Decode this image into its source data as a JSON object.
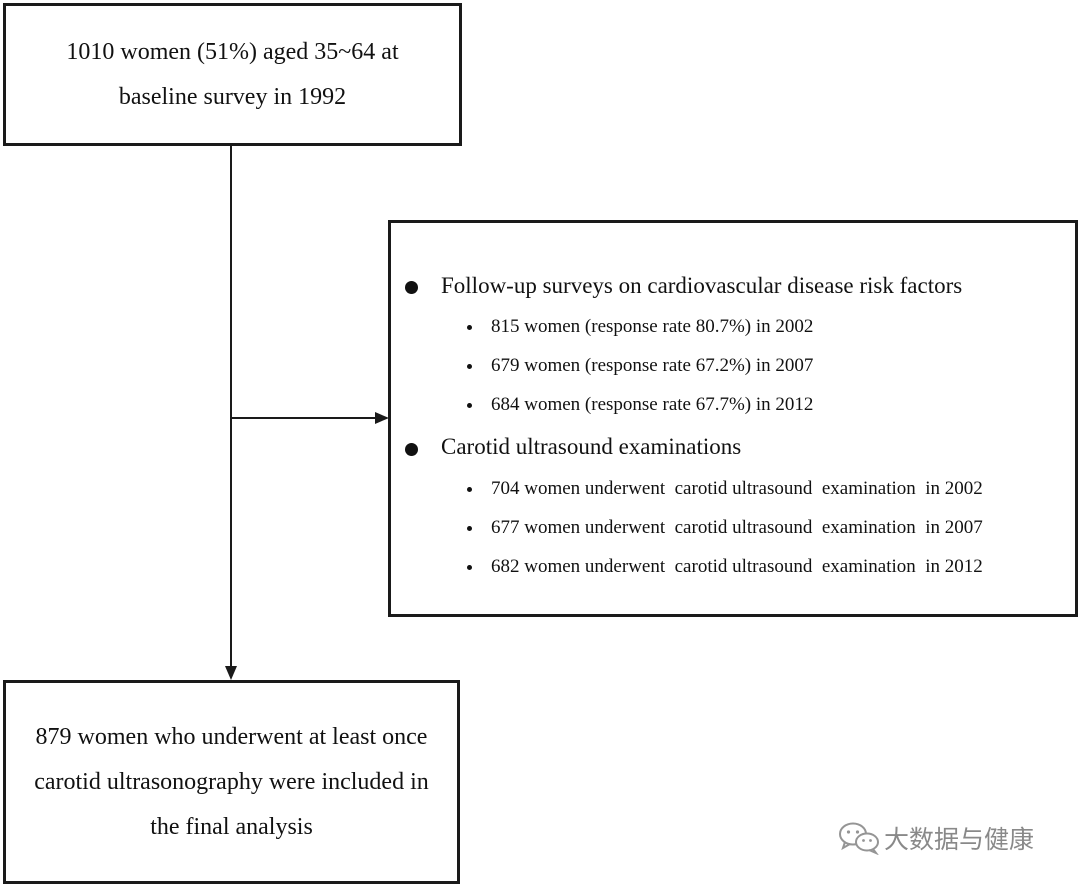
{
  "top_box": {
    "line1": "1010 women (51%) aged 35~64 at",
    "line2": "baseline survey in 1992"
  },
  "right_box": {
    "sections": [
      {
        "heading": "Follow-up surveys on cardiovascular disease risk factors",
        "items": [
          "815 women (response rate 80.7%) in 2002",
          "679 women (response rate 67.2%) in 2007",
          "684 women (response rate 67.7%) in 2012"
        ]
      },
      {
        "heading": "Carotid ultrasound examinations",
        "items": [
          "704 women underwent  carotid ultrasound  examination  in 2002",
          "677 women underwent  carotid ultrasound  examination  in 2007",
          "682 women underwent  carotid ultrasound  examination  in 2012"
        ]
      }
    ]
  },
  "bottom_box": {
    "line1": "879 women who underwent at least once",
    "line2": "carotid ultrasonography were included in",
    "line3": "the final analysis"
  },
  "watermark": {
    "text": "大数据与健康",
    "icon": "wechat-icon"
  }
}
